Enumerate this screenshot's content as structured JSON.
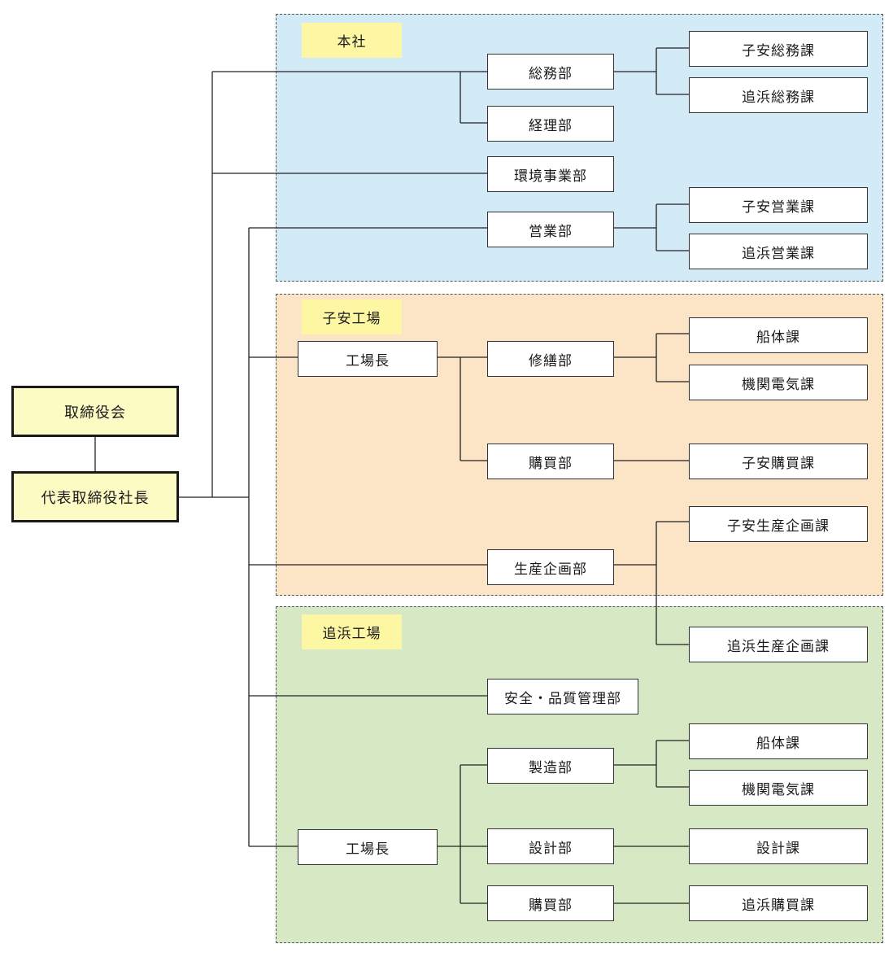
{
  "regions": {
    "head_office": {
      "label": "本社",
      "color": "#d3eaf7"
    },
    "koyasu_factory": {
      "label": "子安工場",
      "color": "#fce4c6"
    },
    "oihama_factory": {
      "label": "追浜工場",
      "color": "#d7e8c4"
    }
  },
  "executive": {
    "board": "取締役会",
    "president": "代表取締役社長"
  },
  "head_office": {
    "general_affairs": "総務部",
    "koyasu_general_affairs": "子安総務課",
    "oihama_general_affairs": "追浜総務課",
    "accounting": "経理部",
    "environment_business": "環境事業部",
    "sales": "営業部",
    "koyasu_sales": "子安営業課",
    "oihama_sales": "追浜営業課"
  },
  "koyasu": {
    "plant_manager": "工場長",
    "repair": "修繕部",
    "hull": "船体課",
    "machinery_electric": "機関電気課",
    "purchasing": "購買部",
    "koyasu_purchasing": "子安購買課",
    "production_planning": "生産企画部",
    "koyasu_production_planning": "子安生産企画課",
    "oihama_production_planning": "追浜生産企画課"
  },
  "oihama": {
    "safety_quality": "安全・品質管理部",
    "plant_manager": "工場長",
    "manufacturing": "製造部",
    "hull": "船体課",
    "machinery_electric": "機関電気課",
    "design": "設計部",
    "design_section": "設計課",
    "purchasing": "購買部",
    "oihama_purchasing": "追浜購買課"
  }
}
